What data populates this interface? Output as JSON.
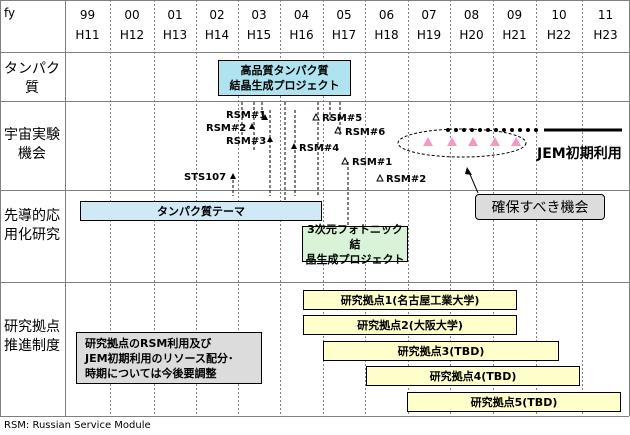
{
  "header": {
    "fy_label": "fy",
    "years": [
      {
        "top": "99",
        "bottom": "H11"
      },
      {
        "top": "00",
        "bottom": "H12"
      },
      {
        "top": "01",
        "bottom": "H13"
      },
      {
        "top": "02",
        "bottom": "H14"
      },
      {
        "top": "03",
        "bottom": "H15"
      },
      {
        "top": "04",
        "bottom": "H16"
      },
      {
        "top": "05",
        "bottom": "H17"
      },
      {
        "top": "06",
        "bottom": "H18"
      },
      {
        "top": "07",
        "bottom": "H19"
      },
      {
        "top": "08",
        "bottom": "H20"
      },
      {
        "top": "09",
        "bottom": "H21"
      },
      {
        "top": "10",
        "bottom": "H22"
      },
      {
        "top": "11",
        "bottom": "H23"
      }
    ]
  },
  "rows": {
    "protein": "タンパク質",
    "space": "宇宙実験機会",
    "applied": "先導的応用化研究",
    "base": "研究拠点推進制度"
  },
  "protein_project": {
    "line1": "高品質タンパク質",
    "line2": "結晶生成プロジェクト"
  },
  "rsm": {
    "rsm1a": "RSM#1",
    "rsm2a": "RSM#2",
    "rsm3": "RSM#3",
    "rsm4": "RSM#4",
    "rsm5": "RSM#5",
    "rsm6": "RSM#6",
    "rsm1b": "RSM#1",
    "rsm2b": "RSM#2",
    "sts107": "STS107"
  },
  "jem_label": "JEM初期利用",
  "secure_label": "確保すべき機会",
  "protein_theme": "タンパク質テーマ",
  "photonic": {
    "line1": "3次元フォトニック結",
    "line2": "晶生成プロジェクト"
  },
  "note": {
    "line1": "研究拠点のRSM利用及び",
    "line2": "JEM初期利用のリソース配分･",
    "line3": "時期については今後要調整"
  },
  "bases": [
    "研究拠点1(名古屋工業大学)",
    "研究拠点2(大阪大学)",
    "研究拠点3(TBD)",
    "研究拠点4(TBD)",
    "研究拠点5(TBD)"
  ],
  "footnote": "RSM: Russian Service Module",
  "colors": {
    "cyan": "#aee3ef",
    "light_blue": "#cfe9f7",
    "green": "#d8f3d8",
    "yellow": "#ffffcc",
    "gray": "#dcdcdc",
    "pink": "#f39ac4",
    "grid": "#7a7a7a"
  }
}
